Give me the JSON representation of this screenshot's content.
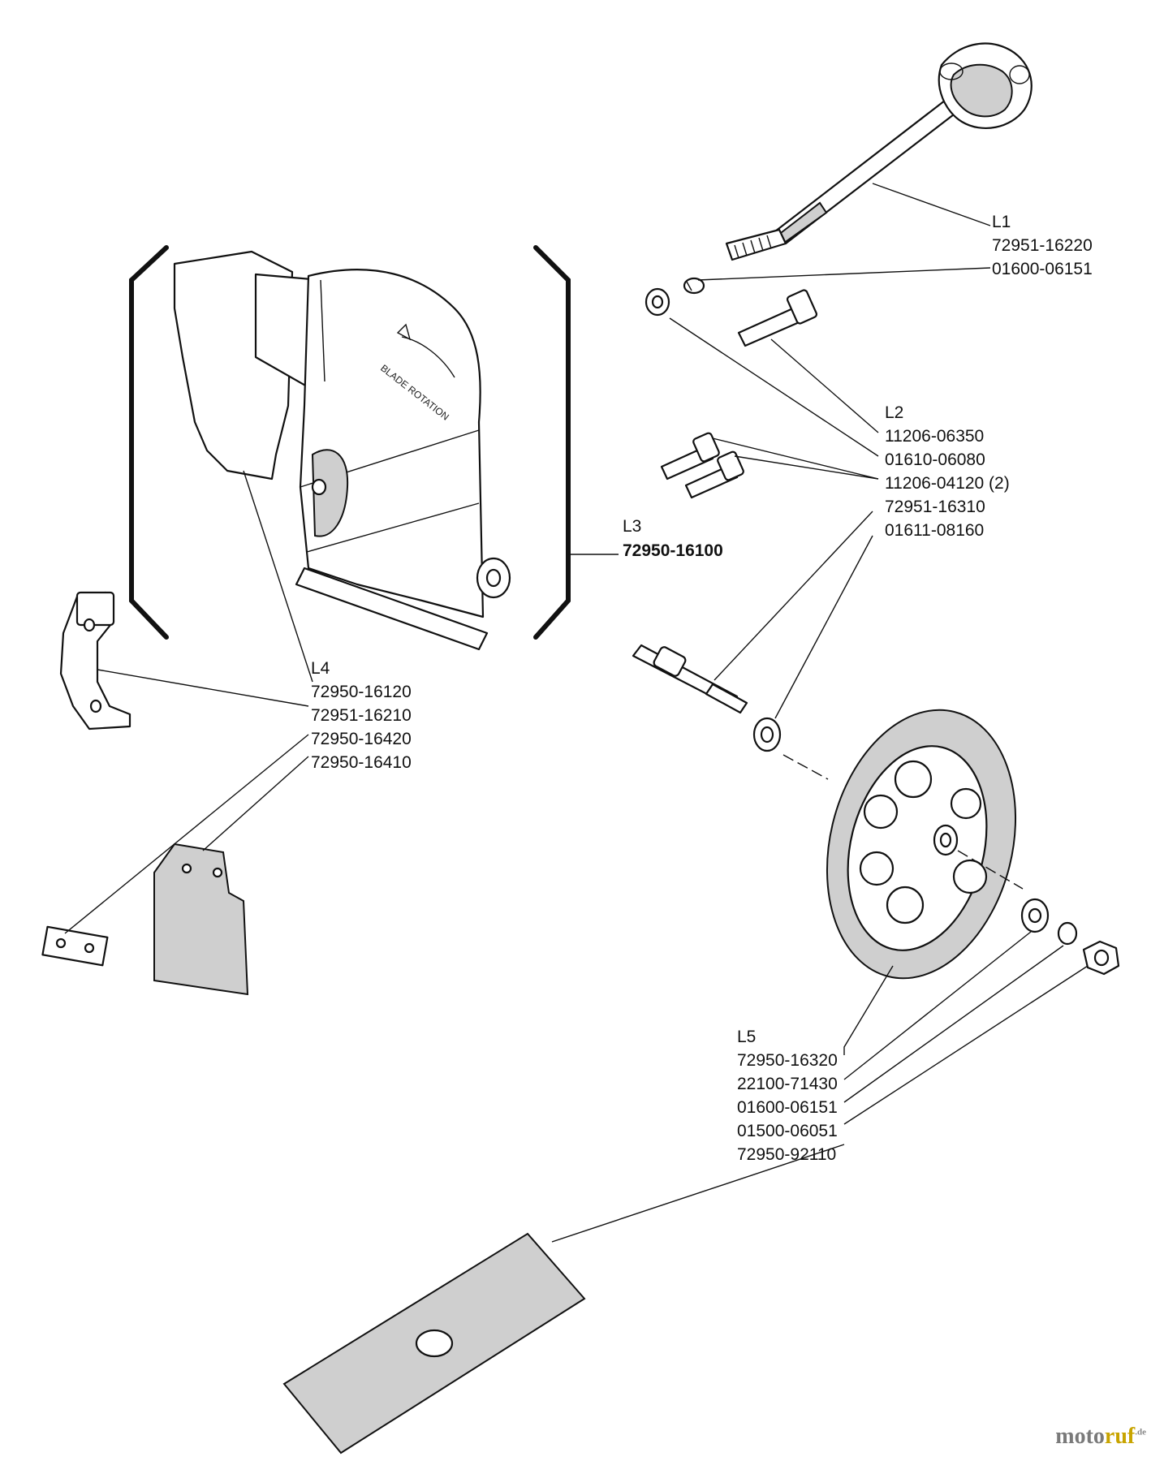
{
  "groups": {
    "L1": {
      "label": "L1",
      "parts": [
        "72951-16220",
        "01600-06151"
      ]
    },
    "L2": {
      "label": "L2",
      "parts": [
        "11206-06350",
        "01610-06080",
        "11206-04120 (2)",
        "72951-16310",
        "01611-08160"
      ]
    },
    "L3": {
      "label": "L3",
      "parts": [
        "72950-16100"
      ]
    },
    "L4": {
      "label": "L4",
      "parts": [
        "72950-16120",
        "72951-16210",
        "72950-16420",
        "72950-16410"
      ]
    },
    "L5": {
      "label": "L5",
      "parts": [
        "72950-16320",
        "22100-71430",
        "01600-06151",
        "01500-06051",
        "72950-92110"
      ]
    }
  },
  "cover_stamp": "BLADE ROTATION",
  "watermark": {
    "main": "moto",
    "accent": "ruf",
    "suffix": ".de"
  }
}
